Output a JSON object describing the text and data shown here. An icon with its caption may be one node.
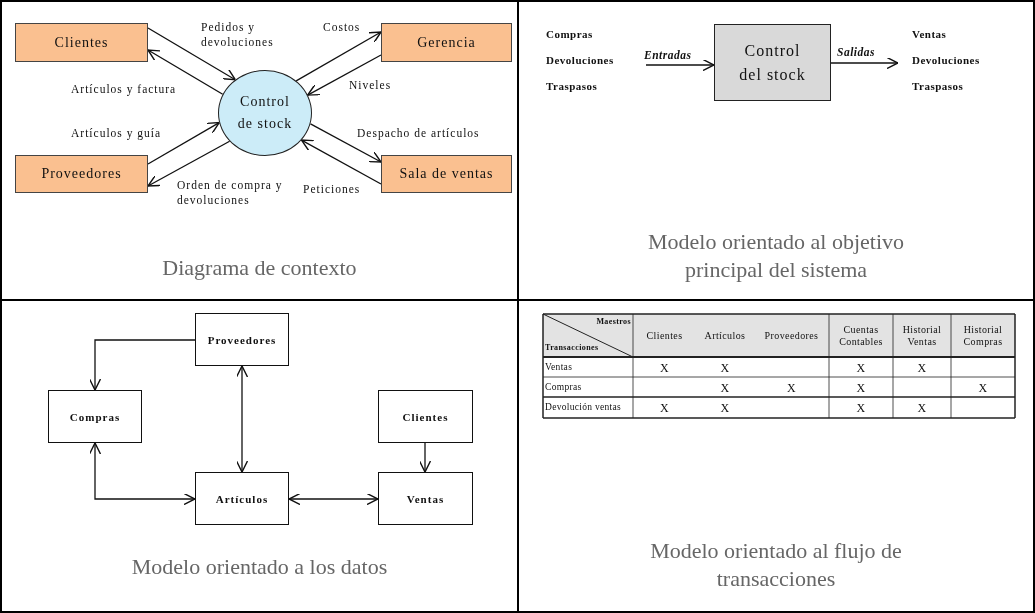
{
  "diagram": {
    "nodes": [
      {
        "text": [
          "Diagrama de contexto"
        ]
      },
      {
        "text": [
          "Clientes"
        ],
        "in": 0
      },
      {
        "text": [
          "Gerencia"
        ],
        "in": 0
      },
      {
        "text": [
          "Control de stock"
        ],
        "in": 0
      },
      {
        "text": [
          "Proveedores"
        ],
        "in": 0
      },
      {
        "text": [
          "Sala de ventas"
        ],
        "in": 0
      },
      {
        "text": [
          "Modelo orientado al objetivo principal del sistema"
        ]
      },
      {
        "text": [
          "Compras",
          "Devoluciones",
          "Traspasos"
        ],
        "in": 6
      },
      {
        "text": [
          "Control del stock"
        ],
        "in": 6
      },
      {
        "text": [
          "Ventas",
          "Devoluciones",
          "Traspasos"
        ],
        "in": 6
      },
      {
        "text": [
          "Modelo orientado a los datos"
        ]
      },
      {
        "text": [
          "Proveedores"
        ],
        "in": 10
      },
      {
        "text": [
          "Compras"
        ],
        "in": 10
      },
      {
        "text": [
          "Clientes"
        ],
        "in": 10
      },
      {
        "text": [
          "Artículos"
        ],
        "in": 10
      },
      {
        "text": [
          "Ventas"
        ],
        "in": 10
      },
      {
        "text": [
          "Modelo orientado al flujo de transacciones"
        ]
      }
    ],
    "edges": [
      {
        "from": 1,
        "to": 3,
        "arrow": "to",
        "label": "Pedidos y devoluciones"
      },
      {
        "from": 3,
        "to": 1,
        "arrow": "to",
        "label": "Artículos y factura"
      },
      {
        "from": 3,
        "to": 2,
        "arrow": "to",
        "label": "Costos"
      },
      {
        "from": 2,
        "to": 3,
        "arrow": "to",
        "label": "Niveles"
      },
      {
        "from": 4,
        "to": 3,
        "arrow": "to",
        "label": "Artículos y guía"
      },
      {
        "from": 3,
        "to": 4,
        "arrow": "to",
        "label": "Orden de compra y devoluciones"
      },
      {
        "from": 3,
        "to": 5,
        "arrow": "to",
        "label": "Despacho de artículos"
      },
      {
        "from": 5,
        "to": 3,
        "arrow": "to",
        "label": "Peticiones"
      },
      {
        "from": 7,
        "to": 8,
        "arrow": "to",
        "label": "Entradas"
      },
      {
        "from": 8,
        "to": 9,
        "arrow": "to",
        "label": "Salidas"
      },
      {
        "from": 11,
        "to": 12,
        "arrow": "to"
      },
      {
        "from": 11,
        "to": 14,
        "arrow": "both"
      },
      {
        "from": 12,
        "to": 14,
        "arrow": "both"
      },
      {
        "from": 14,
        "to": 15,
        "arrow": "both"
      },
      {
        "from": 13,
        "to": 15,
        "arrow": "to"
      }
    ],
    "labels": [
      "Maestros",
      "Transacciones",
      "Clientes",
      "Artículos",
      "Proveedores",
      "Cuentas Contables",
      "Historial Ventas",
      "Historial Compras",
      "Ventas",
      "X",
      "X",
      "X",
      "X",
      "Compras",
      "X",
      "X",
      "X",
      "X",
      "Devolución ventas",
      "X",
      "X",
      "X",
      "X"
    ]
  }
}
